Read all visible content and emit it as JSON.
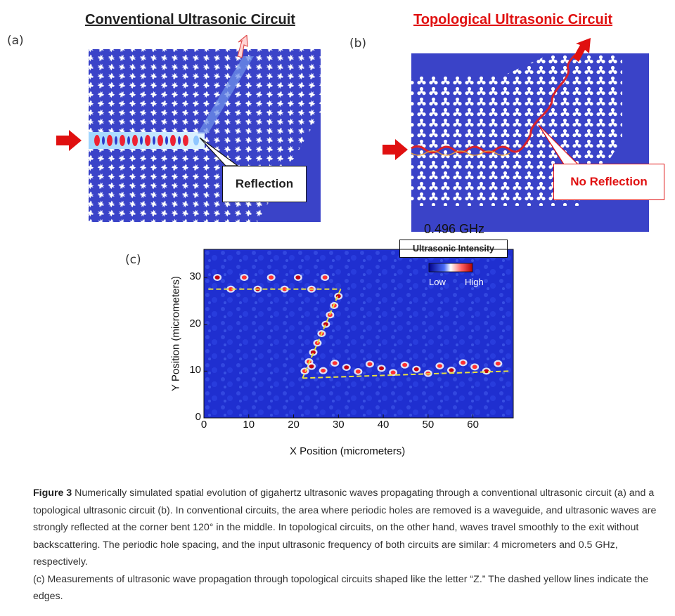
{
  "panel_a": {
    "label": "(a)",
    "title": "Conventional Ultrasonic Circuit",
    "callout": "Reflection"
  },
  "panel_b": {
    "label": "(b)",
    "title": "Topological Ultrasonic Circuit",
    "callout": "No Reflection",
    "frequency": "0.496 GHz"
  },
  "panel_c": {
    "label": "(c)",
    "colorbar_title": "Ultrasonic Intensity",
    "colorbar_low": "Low",
    "colorbar_high": "High"
  },
  "colors": {
    "blue_field": "#3a43c8",
    "red_accent": "#e01010",
    "edge_dash": "#e8e040"
  },
  "chart_data": {
    "type": "heatmap",
    "xlabel": "X Position (micrometers)",
    "ylabel": "Y Position (micrometers)",
    "xlim": [
      0,
      69
    ],
    "ylim": [
      0,
      36
    ],
    "x_ticks": [
      "0",
      "10",
      "20",
      "30",
      "40",
      "50",
      "60"
    ],
    "y_ticks": [
      "0",
      "10",
      "20",
      "30"
    ],
    "edge_lines": [
      {
        "x": [
          1,
          30.5
        ],
        "y": [
          27.5,
          27.5
        ]
      },
      {
        "x": [
          30.5,
          22
        ],
        "y": [
          27.5,
          8.5
        ]
      },
      {
        "x": [
          22,
          68
        ],
        "y": [
          8.5,
          10
        ]
      }
    ]
  },
  "caption": {
    "figure_label": "Figure 3",
    "para1": " Numerically simulated spatial evolution of gigahertz ultrasonic waves propagating through a conventional ultrasonic circuit (a) and a topological ultrasonic circuit (b). In conventional circuits, the area where periodic holes are removed is a waveguide, and ultrasonic waves are strongly reflected at the corner bent 120° in the middle. In topological circuits, on the other hand, waves travel smoothly to the exit without backscattering. The periodic hole spacing, and the input ultrasonic frequency of both circuits are similar: 4 micrometers and 0.5 GHz, respectively.",
    "para2": "(c) Measurements of ultrasonic wave propagation through topological circuits shaped like the letter “Z.” The dashed yellow lines indicate the edges."
  }
}
